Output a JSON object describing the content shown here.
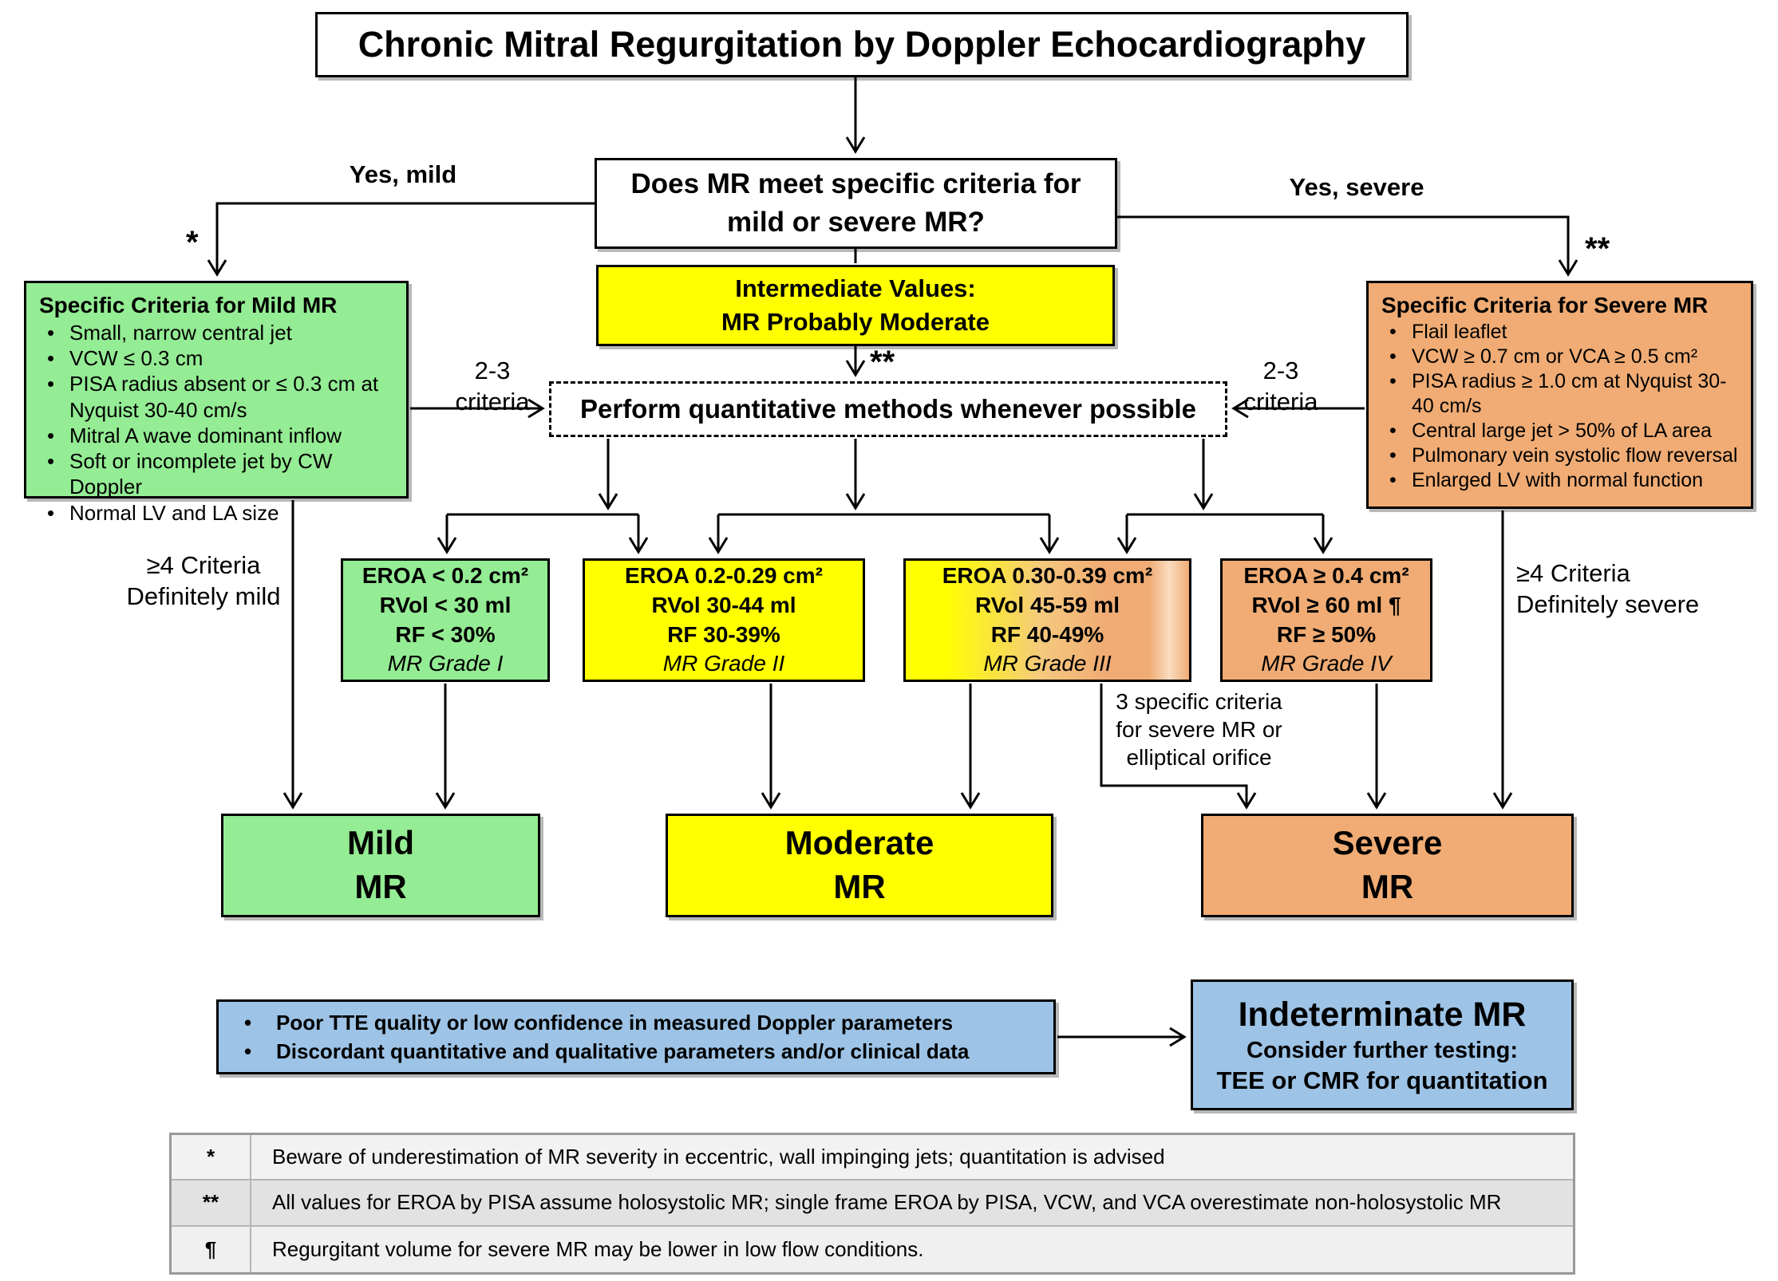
{
  "title": "Chronic Mitral Regurgitation by Doppler Echocardiography",
  "question": {
    "lines": [
      "Does MR meet specific criteria for",
      "mild or severe MR?"
    ]
  },
  "labels": {
    "yes_mild": "Yes, mild",
    "yes_severe": "Yes, severe",
    "star": "*",
    "double_star": "**",
    "criteria_2_3": [
      "2-3",
      "criteria"
    ],
    "ge4_mild": [
      "≥4 Criteria",
      "Definitely mild"
    ],
    "ge4_severe": [
      "≥4 Criteria",
      "Definitely severe"
    ],
    "three_specific": [
      "3 specific criteria",
      "for severe MR or",
      "elliptical orifice"
    ]
  },
  "intermediate": {
    "lines": [
      "Intermediate Values:",
      "MR Probably Moderate"
    ]
  },
  "quant_box": "Perform quantitative methods  whenever possible",
  "mild_criteria": {
    "title": "Specific Criteria for Mild MR",
    "items": [
      "Small, narrow central jet",
      "VCW ≤ 0.3 cm",
      "PISA radius absent or ≤ 0.3 cm at Nyquist 30-40 cm/s",
      "Mitral A wave dominant inflow",
      "Soft or incomplete jet by CW Doppler",
      "Normal LV and LA size"
    ]
  },
  "severe_criteria": {
    "title": "Specific Criteria for Severe MR",
    "items": [
      "Flail leaflet",
      "VCW ≥ 0.7 cm or VCA ≥ 0.5 cm²",
      "PISA radius ≥ 1.0 cm at Nyquist 30-40 cm/s",
      "Central large jet > 50% of LA area",
      "Pulmonary vein systolic flow reversal",
      "Enlarged LV with normal function"
    ]
  },
  "grades": [
    {
      "eroa": "EROA < 0.2 cm²",
      "rvol": "RVol < 30 ml",
      "rf": "RF < 30%",
      "grade": "MR Grade I"
    },
    {
      "eroa": "EROA 0.2-0.29 cm²",
      "rvol": "RVol 30-44 ml",
      "rf": "RF 30-39%",
      "grade": "MR Grade II"
    },
    {
      "eroa": "EROA 0.30-0.39 cm²",
      "rvol": "RVol 45-59 ml",
      "rf": "RF 40-49%",
      "grade": "MR Grade III"
    },
    {
      "eroa": "EROA ≥ 0.4 cm²",
      "rvol": "RVol ≥ 60 ml ¶",
      "rf": "RF ≥ 50%",
      "grade": "MR Grade IV"
    }
  ],
  "outcomes": {
    "mild": [
      "Mild",
      "MR"
    ],
    "moderate": [
      "Moderate",
      "MR"
    ],
    "severe": [
      "Severe",
      "MR"
    ]
  },
  "referral": {
    "bullets": [
      "Poor TTE quality or low confidence in measured Doppler parameters",
      "Discordant quantitative and qualitative parameters and/or clinical data"
    ]
  },
  "indeterminate": {
    "title": "Indeterminate MR",
    "line2": "Consider further testing:",
    "line3": "TEE or CMR for quantitation"
  },
  "footnotes": [
    {
      "symbol": "*",
      "text": "Beware of underestimation of MR severity in eccentric, wall impinging jets; quantitation is advised"
    },
    {
      "symbol": "**",
      "text": "All values for EROA by PISA assume holosystolic MR; single frame EROA by PISA, VCW, and VCA overestimate non-holosystolic MR"
    },
    {
      "symbol": "¶",
      "text": "Regurgitant volume for severe MR may be lower in low flow conditions."
    }
  ],
  "colors": {
    "mild_green": "#94EC94",
    "moderate_yellow": "#FFFF00",
    "severe_orange": "#F0AC74",
    "info_blue": "#9DC3E6",
    "line_black": "#000000"
  }
}
